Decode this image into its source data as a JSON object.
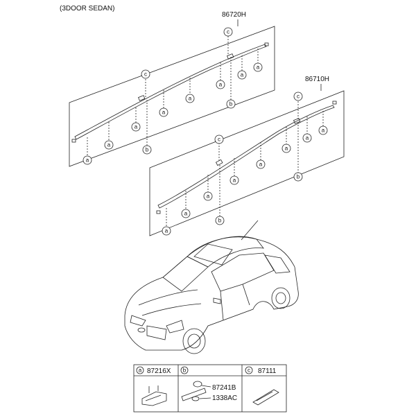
{
  "header": {
    "title": "(3DOOR SEDAN)"
  },
  "assemblies": [
    {
      "part_no": "86720H"
    },
    {
      "part_no": "86710H"
    }
  ],
  "legend": [
    {
      "letter": "a",
      "parts": [
        "87216X"
      ]
    },
    {
      "letter": "b",
      "parts": [
        "87241B",
        "1338AC"
      ]
    },
    {
      "letter": "c",
      "parts": [
        "87111"
      ]
    }
  ],
  "icons": {
    "roof_rack_rail_upper": "roof-rack-rail-upper-drawing",
    "roof_rack_rail_lower": "roof-rack-rail-lower-drawing",
    "vehicle": "car-illustration",
    "clip_a": "clip-a-drawing",
    "clip_b": "clip-b-drawing",
    "cover_c": "cover-c-drawing"
  }
}
